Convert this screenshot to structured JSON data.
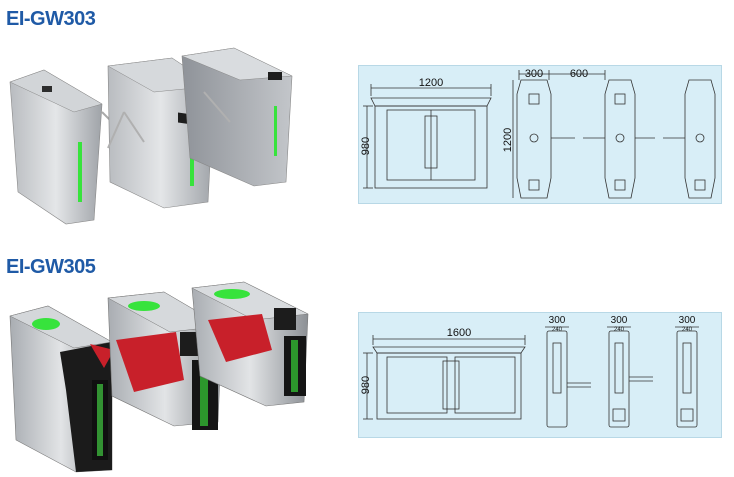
{
  "products": [
    {
      "model": "EI-GW303",
      "drawing": {
        "width_label": "1200",
        "height_label": "980",
        "top_dim_1": "300",
        "top_dim_2": "600",
        "side_dim": "1200"
      }
    },
    {
      "model": "EI-GW305",
      "drawing": {
        "width_label": "1600",
        "height_label": "980",
        "top_dims": [
          "300",
          "300",
          "300"
        ],
        "top_sub_dims": [
          "240",
          "240",
          "240"
        ]
      }
    }
  ],
  "colors": {
    "title": "#1f5aa6",
    "drawing_bg": "#d8eef7",
    "steel": "#c9ccd0",
    "led_green": "#37e33c",
    "flap_red": "#c8202a"
  }
}
